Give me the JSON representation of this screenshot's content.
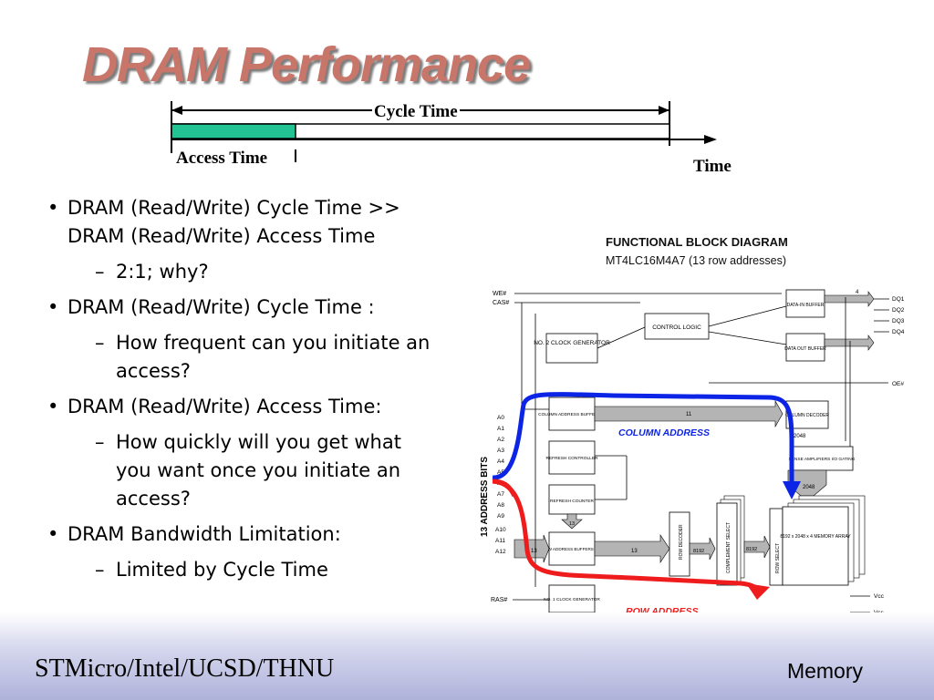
{
  "slide": {
    "title": "DRAM Performance",
    "footer_left": "STMicro/Intel/UCSD/THNU",
    "footer_right": "Memory"
  },
  "timeline": {
    "cycle_label": "Cycle Time",
    "access_label": "Access Time",
    "axis_label": "Time",
    "access_color": "#22c493"
  },
  "bullets": [
    {
      "text": "DRAM (Read/Write) Cycle Time >>  DRAM (Read/Write) Access Time",
      "subs": [
        "2:1; why?"
      ]
    },
    {
      "text": "DRAM (Read/Write) Cycle Time :",
      "subs": [
        "How frequent can you initiate an access?"
      ]
    },
    {
      "text": "DRAM (Read/Write) Access Time:",
      "subs": [
        "How quickly will you get what you want once you initiate an access?"
      ]
    },
    {
      "text": "DRAM Bandwidth Limitation:",
      "subs": [
        "Limited by Cycle Time"
      ]
    }
  ],
  "block_diagram": {
    "title": "FUNCTIONAL BLOCK DIAGRAM",
    "subtitle": "MT4LC16M4A7 (13 row addresses)",
    "address_bits_label": "13 ADDRESS BITS",
    "column_address_label": "COLUMN ADDRESS",
    "row_address_label": "ROW ADDRESS",
    "control_pins": [
      "WE#",
      "CAS#"
    ],
    "ras_pin": "RAS#",
    "oe_pin": "OE#",
    "address_pins": [
      "A0",
      "A1",
      "A2",
      "A3",
      "A4",
      "A5",
      "A6",
      "A7",
      "A8",
      "A9",
      "A10",
      "A11",
      "A12"
    ],
    "dq_pins": [
      "DQ1",
      "DQ2",
      "DQ3",
      "DQ4"
    ],
    "power_pins": [
      "Vcc",
      "Vss"
    ],
    "blocks": {
      "no2_clock_generator": "NO. 2 CLOCK GENERATOR",
      "control_logic": "CONTROL LOGIC",
      "data_in_buffer": "DATA-IN BUFFER",
      "data_out_buffer": "DATA OUT BUFFER",
      "column_address_buffer": "COLUMN ADDRESS BUFFER(11)",
      "column_decoder": "COLUMN DECODER",
      "refresh_controller": "REFRESH CONTROLLER",
      "refresh_counter": "REFRESH COUNTER",
      "sense_amplifiers": "SENSE AMPLIFIERS I/O GATING",
      "row_address_buffers": "ROW ADDRESS BUFFERS (13)",
      "row_decoder": "ROW DECODER",
      "complement_select": "COMPLEMENT SELECT",
      "row_select": "ROW SELECT",
      "memory_array": "8192 x 2048 x 4 MEMORY ARRAY",
      "no1_clock_generator": "NO. 1 CLOCK GENERATOR"
    },
    "bus_labels": {
      "col_bits": "11",
      "row_bits": "13",
      "data_width": "4",
      "col_lines": "2048",
      "row_lines": "8192"
    },
    "colors": {
      "column_arrow": "#0b24e6",
      "row_arrow": "#ee1c1c",
      "bus_fill": "#b4b4b4"
    }
  }
}
